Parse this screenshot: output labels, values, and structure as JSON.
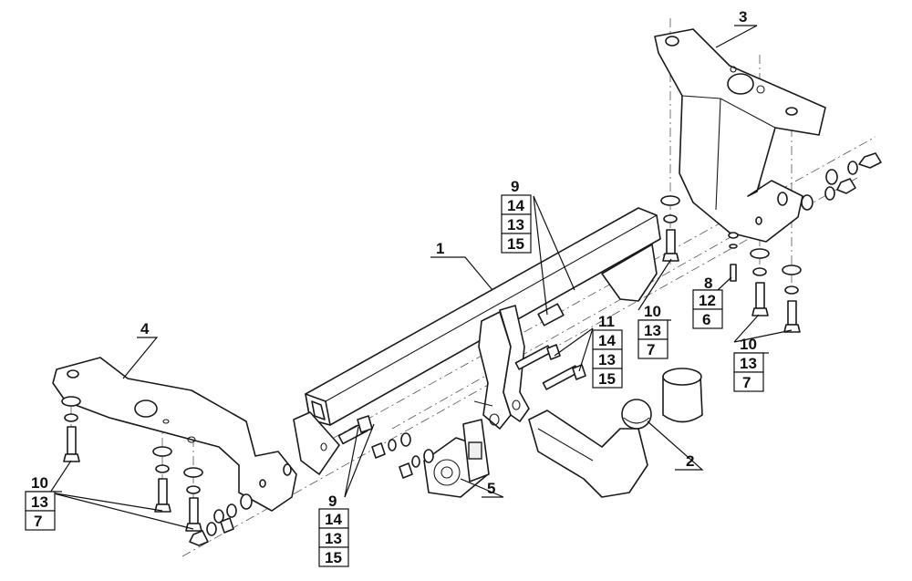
{
  "diagram": {
    "callouts": {
      "c1": "1",
      "c2": "2",
      "c3": "3",
      "c4": "4",
      "c5": "5",
      "c9_top": "9",
      "c9_bottom": "9",
      "c8": "8",
      "c11": "11"
    },
    "stacks": {
      "top_mid": [
        "14",
        "13",
        "15"
      ],
      "bottom_mid": [
        "14",
        "13",
        "15"
      ],
      "right_mid": [
        "14",
        "13",
        "15"
      ],
      "left": [
        "10",
        "13",
        "7"
      ],
      "center_right": [
        "10",
        "13",
        "7"
      ],
      "far_right": [
        "10",
        "13",
        "7"
      ],
      "bolt8": [
        "12",
        "6"
      ]
    }
  }
}
